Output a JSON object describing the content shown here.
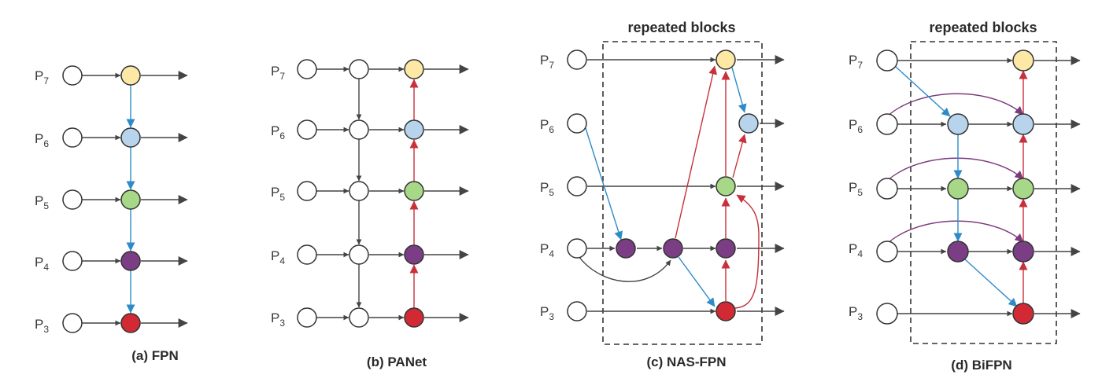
{
  "colors": {
    "white": "#ffffff",
    "yellow": "#fde8a6",
    "blue": "#b7d4ec",
    "green": "#a7d887",
    "purple": "#7b3e85",
    "red": "#d22a35",
    "edge_gray": "#444444",
    "edge_blue": "#2e8bc8",
    "edge_red": "#c8303c",
    "edge_purple": "#7a3a7e"
  },
  "level_labels": [
    {
      "base": "P",
      "sub": "7"
    },
    {
      "base": "P",
      "sub": "6"
    },
    {
      "base": "P",
      "sub": "5"
    },
    {
      "base": "P",
      "sub": "4"
    },
    {
      "base": "P",
      "sub": "3"
    }
  ],
  "panels": [
    {
      "id": "fpn",
      "caption": "(a) FPN",
      "box_title": ""
    },
    {
      "id": "panet",
      "caption": "(b) PANet",
      "box_title": ""
    },
    {
      "id": "nasfpn",
      "caption": "(c) NAS-FPN",
      "box_title": "repeated blocks"
    },
    {
      "id": "bifpn",
      "caption": "(d) BiFPN",
      "box_title": "repeated blocks"
    }
  ]
}
